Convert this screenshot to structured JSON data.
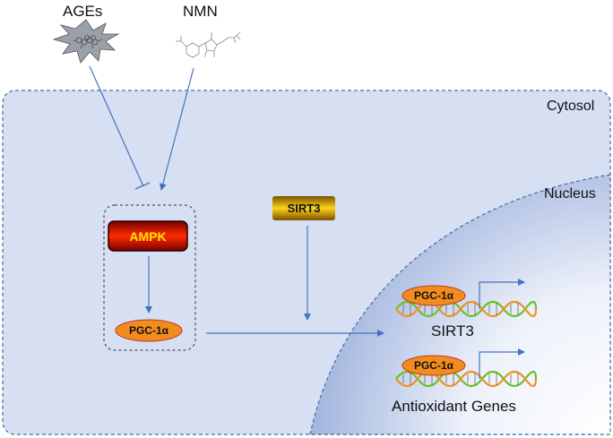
{
  "inputs": {
    "ages_label": "AGEs",
    "nmn_label": "NMN"
  },
  "compartments": {
    "cytosol_label": "Cytosol",
    "nucleus_label": "Nucleus"
  },
  "proteins": {
    "ampk": "AMPK",
    "pgc1a": "PGC-1α",
    "sirt3": "SIRT3",
    "pgc1a_dna1": "PGC-1α",
    "pgc1a_dna2": "PGC-1α"
  },
  "genes": {
    "gene1_label": "SIRT3",
    "gene2_label": "Antioxidant Genes"
  },
  "colors": {
    "cell_fill": "#d6e0f2",
    "membrane": "#4a6aa0",
    "arrow": "#4472c4",
    "ampk_red": "#e01800",
    "pgc_orange": "#f28c1e",
    "sirt3_gold": "#d4a000",
    "dna_green": "#6cc02a",
    "dna_orange": "#f0902a"
  }
}
